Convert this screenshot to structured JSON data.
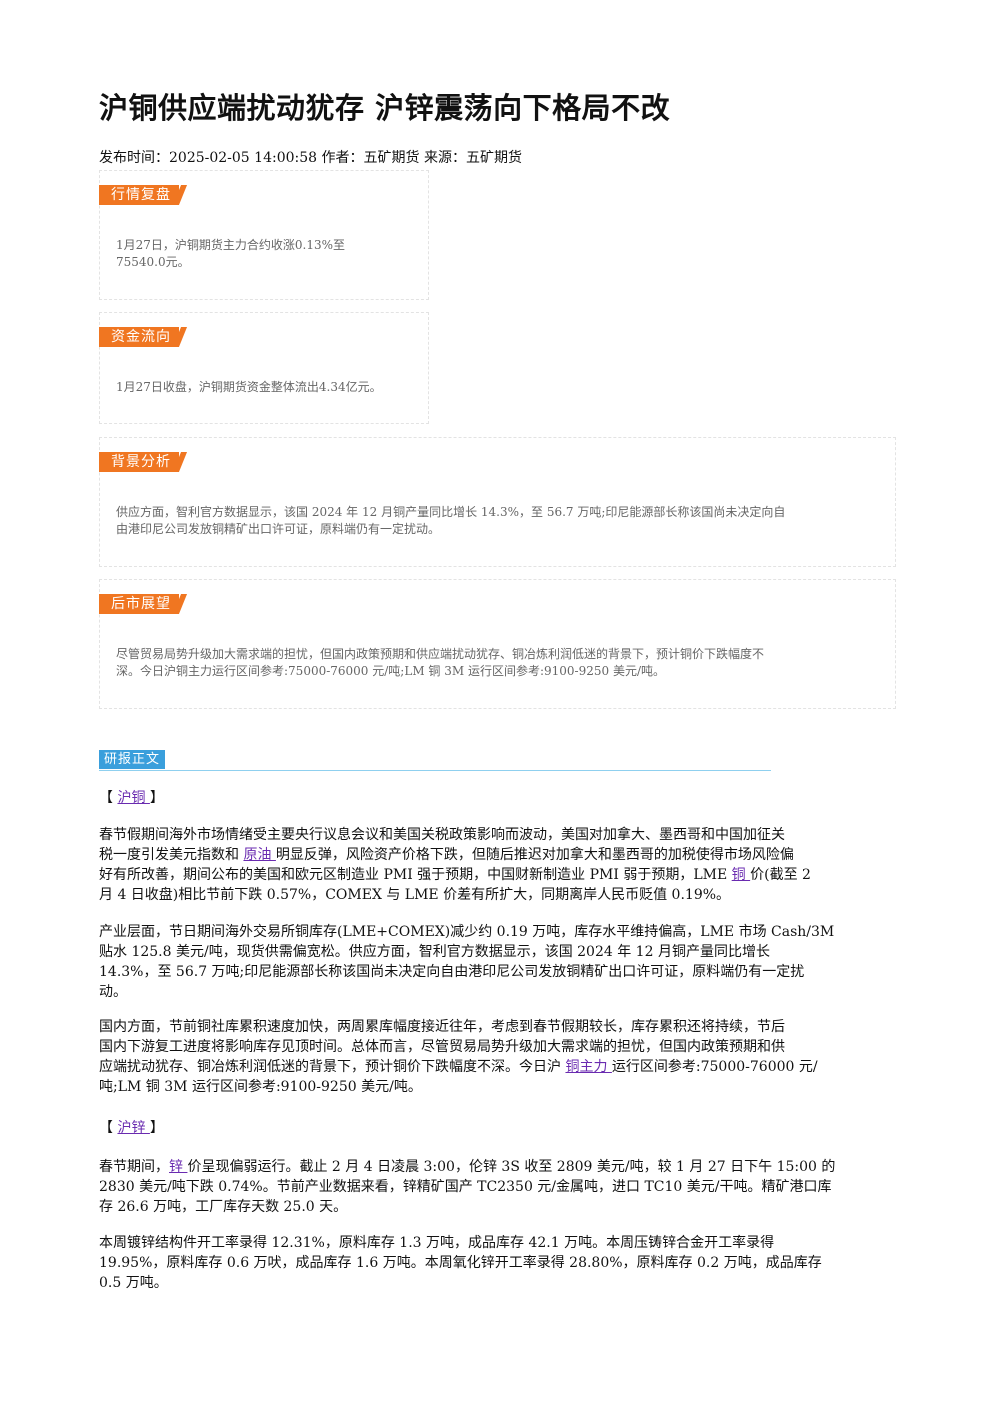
{
  "title": "沪铜供应端扰动犹存 沪锌震荡向下格局不改",
  "meta": {
    "publish_label": "发布时间：",
    "publish_time": "2025-02-05 14:00:58",
    "author_label": " 作者：",
    "author": "五矿期货",
    "source_label": " 来源：",
    "source": "五矿期货"
  },
  "boxes": {
    "market_review": {
      "tag": "行情复盘",
      "lines": [
        "1月27日，沪铜期货主力合约收涨0.13%至",
        "75540.0元。"
      ]
    },
    "capital_flow": {
      "tag": "资金流向",
      "lines": [
        "1月27日收盘，沪铜期货资金整体流出4.34亿元。"
      ]
    },
    "background": {
      "tag": "背景分析",
      "lines": [
        "供应方面，智利官方数据显示，该国 2024 年 12 月铜产量同比增长 14.3%，至 56.7 万吨;印尼能源部长称该国尚未决定向自",
        "由港印尼公司发放铜精矿出口许可证，原料端仍有一定扰动。"
      ]
    },
    "outlook": {
      "tag": "后市展望",
      "lines": [
        "尽管贸易局势升级加大需求端的担忧，但国内政策预期和供应端扰动犹存、铜冶炼利润低迷的背景下，预计铜价下跌幅度不",
        "深。今日沪铜主力运行区间参考:75000-76000 元/吨;LM 铜 3M 运行区间参考:9100-9250 美元/吨。"
      ]
    }
  },
  "report": {
    "header": "研报正文",
    "copper_section": {
      "open": "【 ",
      "link": "沪铜 ",
      "close": "】"
    },
    "p1": {
      "l1": "春节假期间海外市场情绪受主要央行议息会议和美国关税政策影响而波动，美国对加拿大、墨西哥和中国加征关",
      "l2a": "税一度引发美元指数和 ",
      "l2link": "原油 ",
      "l2b": "明显反弹，风险资产价格下跌，但随后推迟对加拿大和墨西哥的加税使得市场风险偏",
      "l3a": "好有所改善，期间公布的美国和欧元区制造业 PMI 强于预期，中国财新制造业 PMI 弱于预期，LME ",
      "l3link": "铜 ",
      "l3b": "价(截至 2",
      "l4": "月 4 日收盘)相比节前下跌 0.57%，COMEX 与 LME 价差有所扩大，同期离岸人民币贬值 0.19%。"
    },
    "p2": {
      "l1": "产业层面，节日期间海外交易所铜库存(LME+COMEX)减少约 0.19 万吨，库存水平维持偏高，LME 市场 Cash/3M",
      "l2": "贴水 125.8 美元/吨，现货供需偏宽松。供应方面，智利官方数据显示，该国 2024 年 12 月铜产量同比增长",
      "l3": "14.3%，至 56.7 万吨;印尼能源部长称该国尚未决定向自由港印尼公司发放铜精矿出口许可证，原料端仍有一定扰",
      "l4": "动。"
    },
    "p3": {
      "l1": "国内方面，节前铜社库累积速度加快，两周累库幅度接近往年，考虑到春节假期较长，库存累积还将持续，节后",
      "l2": "国内下游复工进度将影响库存见顶时间。总体而言，尽管贸易局势升级加大需求端的担忧，但国内政策预期和供",
      "l3a": "应端扰动犹存、铜冶炼利润低迷的背景下，预计铜价下跌幅度不深。今日沪 ",
      "l3link": "铜主力 ",
      "l3b": "运行区间参考:75000-76000 元/",
      "l4": "吨;LM 铜 3M 运行区间参考:9100-9250 美元/吨。"
    },
    "zinc_section": {
      "open": "【 ",
      "link": "沪锌 ",
      "close": "】"
    },
    "p4": {
      "l1a": "春节期间，",
      "l1link": "锌 ",
      "l1b": "价呈现偏弱运行。截止 2 月 4 日凌晨 3:00，伦锌 3S 收至 2809 美元/吨，较 1 月 27 日下午 15:00 的",
      "l2": "2830 美元/吨下跌 0.74%。节前产业数据来看，锌精矿国产 TC2350 元/金属吨，进口 TC10 美元/干吨。精矿港口库",
      "l3": "存 26.6 万吨，工厂库存天数 25.0 天。"
    },
    "p5": {
      "l1": "本周镀锌结构件开工率录得 12.31%，原料库存 1.3 万吨，成品库存 42.1 万吨。本周压铸锌合金开工率录得",
      "l2": "19.95%，原料库存 0.6 万吠，成品库存 1.6 万吨。本周氧化锌开工率录得 28.80%，原料库存 0.2 万吨，成品库存",
      "l3": "0.5 万吨。"
    }
  },
  "colors": {
    "tag_orange": "#f07621",
    "header_blue": "#3a9fdc",
    "link_purple": "#6a2bb0"
  }
}
